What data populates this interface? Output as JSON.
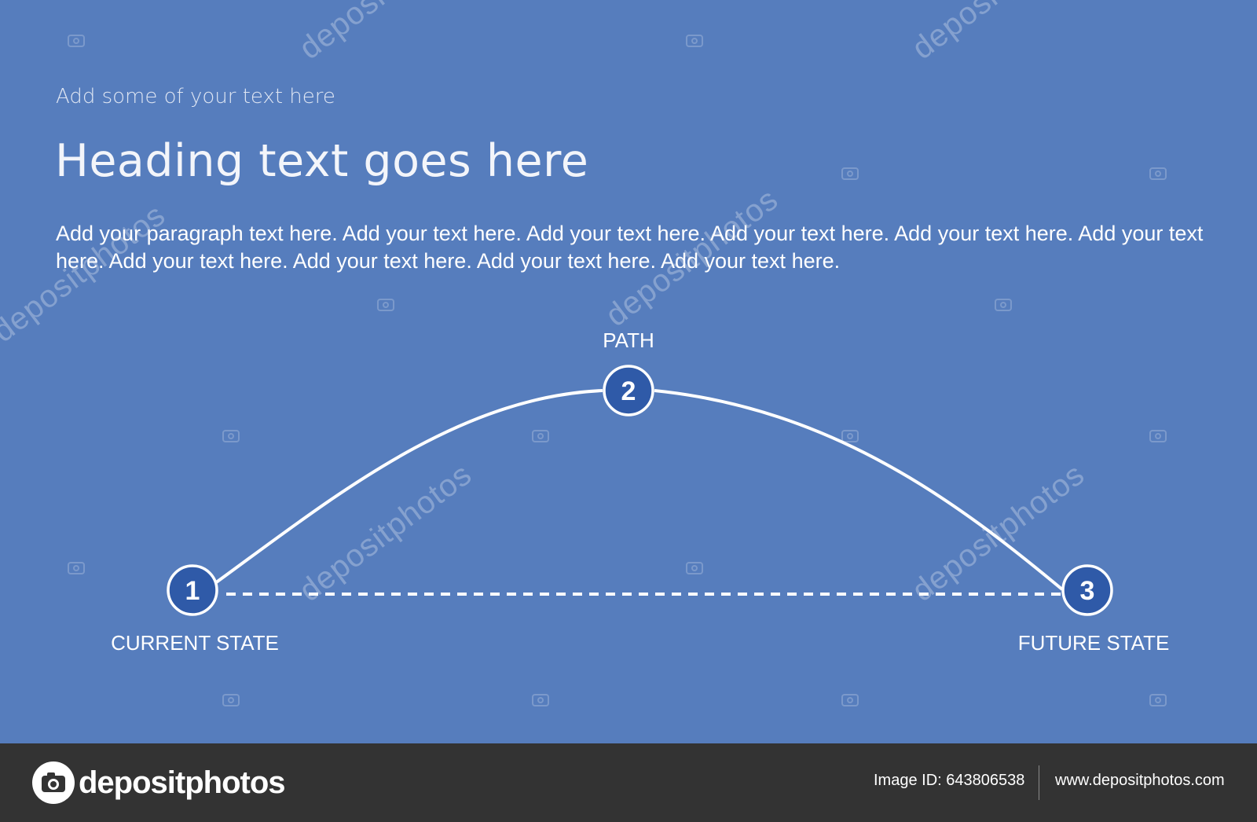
{
  "header": {
    "eyebrow": "Add some of your text here",
    "heading": "Heading text goes here",
    "paragraph": "Add your paragraph text here. Add your text here. Add your text here. Add your text here. Add your text here. Add your text here. Add your text here. Add your text here. Add your text here. Add your text here."
  },
  "diagram": {
    "nodes": [
      {
        "number": "1",
        "label": "CURRENT STATE"
      },
      {
        "number": "2",
        "label": "PATH"
      },
      {
        "number": "3",
        "label": "FUTURE STATE"
      }
    ],
    "colors": {
      "background": "#567dbd",
      "node_fill": "#2f5aa8",
      "line": "#ffffff"
    }
  },
  "footer": {
    "brand": "depositphotos",
    "image_id": "Image ID: 643806538",
    "url": "www.depositphotos.com"
  },
  "watermark": {
    "text": "depositphotos",
    "icon": "camera-icon"
  }
}
